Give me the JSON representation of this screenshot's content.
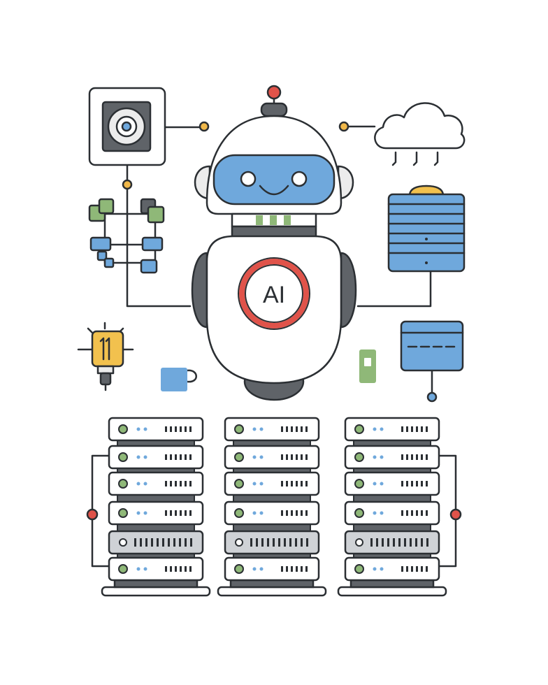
{
  "robot": {
    "chest_badge_text": "AI"
  },
  "palette": {
    "outline": "#2b2f33",
    "blue": "#6fa8dc",
    "green": "#8fb878",
    "yellow": "#f2c14e",
    "orange": "#f0b84a",
    "red_accent": "#e0534a",
    "gray_light": "#ececec",
    "gray_dark": "#5f6368"
  },
  "icons": [
    "speaker-icon",
    "cloud-icon",
    "flowchart-icon",
    "database-icon",
    "lightbulb-icon",
    "cup-icon",
    "battery-icon",
    "monitor-icon",
    "server-rack-icon"
  ],
  "servers": {
    "rack_count": 3,
    "units_per_rack": 6
  }
}
